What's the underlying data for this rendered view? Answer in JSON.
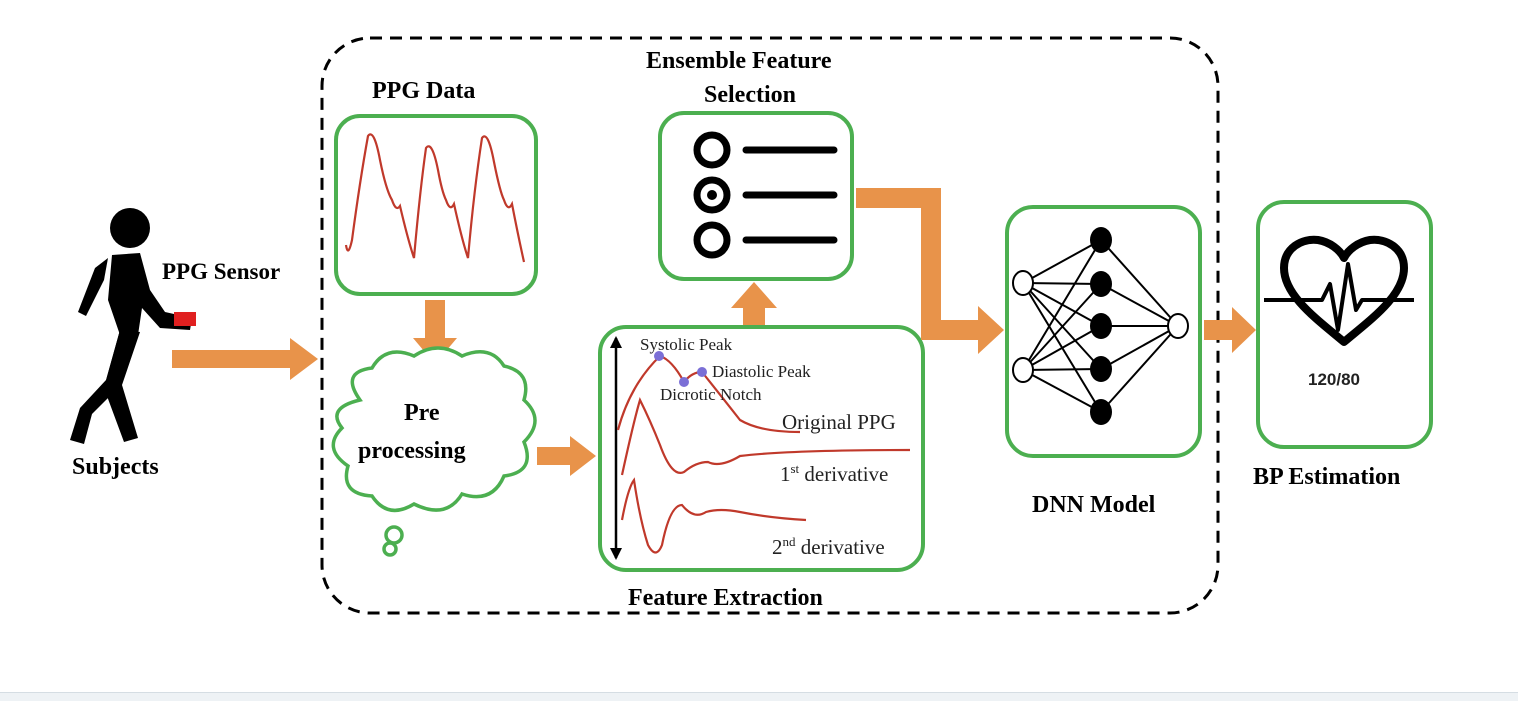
{
  "labels": {
    "ppg_sensor": "PPG Sensor",
    "subjects": "Subjects",
    "ppg_data": "PPG Data",
    "preprocessing_line1": "Pre",
    "preprocessing_line2": "processing",
    "ensemble_line1": "Ensemble Feature",
    "ensemble_line2": "Selection",
    "feature_extraction": "Feature Extraction",
    "dnn_model": "DNN Model",
    "bp_estimation": "BP Estimation",
    "bp_reading": "120/80"
  },
  "waveform_labels": {
    "systolic_peak": "Systolic Peak",
    "diastolic_peak": "Diastolic Peak",
    "dicrotic_notch": "Dicrotic Notch",
    "original_ppg": "Original PPG",
    "first_derivative_base": "1",
    "first_derivative_sup": "st",
    "first_derivative_rest": " derivative",
    "second_derivative_base": "2",
    "second_derivative_sup": "nd",
    "second_derivative_rest": " derivative"
  },
  "colors": {
    "box_border": "#4caf50",
    "arrow": "#e8934a",
    "waveform": "#c0392b",
    "marker": "#7b6fd6",
    "sensor": "#e02020",
    "ink": "#000000"
  },
  "icons": [
    "person-icon",
    "checklist-icon",
    "neural-network-icon",
    "heart-pulse-icon",
    "thought-cloud-icon"
  ]
}
